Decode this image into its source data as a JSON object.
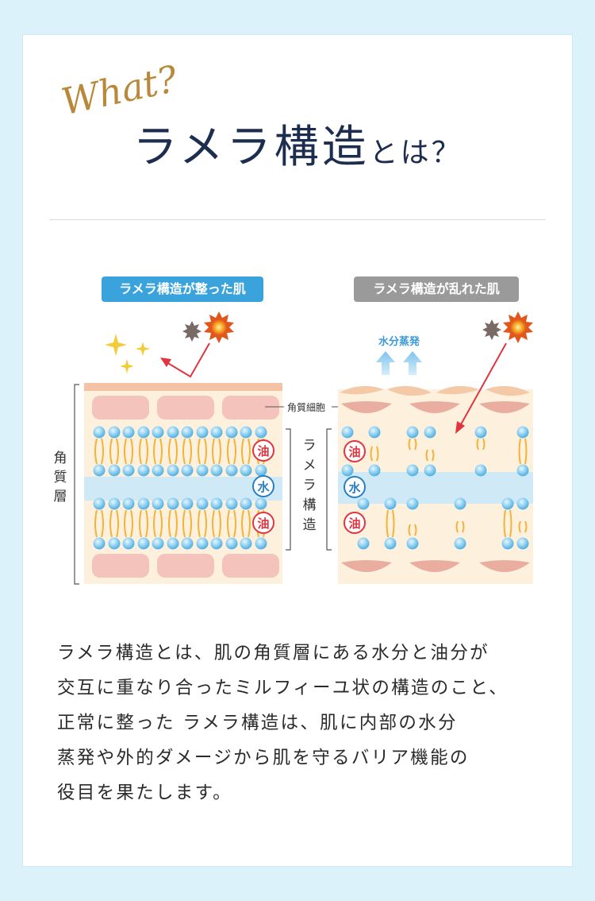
{
  "header": {
    "script_text": "What?",
    "title_main": "ラメラ構造",
    "title_suffix": "とは？"
  },
  "diagram": {
    "label_good": "ラメラ構造が整った肌",
    "label_bad": "ラメラ構造が乱れた肌",
    "label_corneocyte": "角質細胞",
    "label_stratum_corneum": "角\n質\n層",
    "label_lamellar": "ラ\nメ\nラ\n構\n造",
    "label_evaporation": "水分蒸発",
    "badge_oil": "油",
    "badge_water": "水"
  },
  "body": {
    "lines": [
      "ラメラ構造とは、肌の角質層にある水分と油分が",
      "交互に重なり合ったミルフィーユ状の構造のこと、",
      "正常に整った ラメラ構造は、肌に内部の水分",
      "蒸発や外的ダメージから肌を守るバリア機能の",
      "役目を果たします。"
    ]
  },
  "colors": {
    "navy": "#1c2d4f",
    "gold": "#b8893a",
    "good_label": "#3aa3dc",
    "bad_label": "#9a9a9a",
    "oil_red": "#e0343f",
    "water_blue": "#2a7fc4",
    "arrow_red": "#e0343f",
    "skin_bg": "#fdf1de",
    "cell_pink": "#f4c3bc",
    "water_band": "#cfeaf6",
    "bead_blue": "#8fd0f2",
    "tail_gold": "#f2b336"
  }
}
